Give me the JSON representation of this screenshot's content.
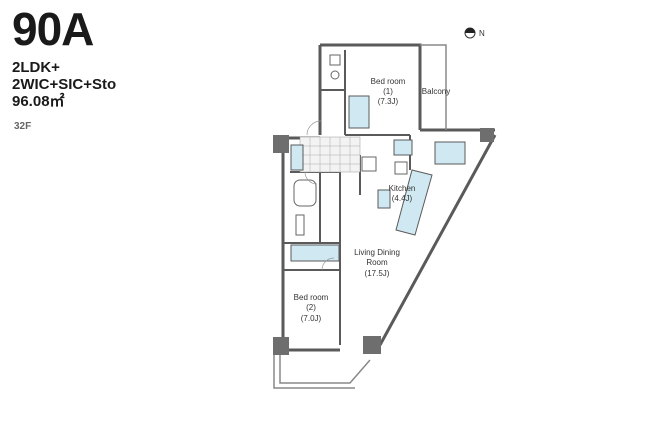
{
  "header": {
    "type_name": "90A",
    "layout_line1": "2LDK+",
    "layout_line2": "2WIC+SIC+Sto",
    "area": "96.08㎡",
    "floor": "32F"
  },
  "compass": {
    "label": "N"
  },
  "rooms": {
    "bedroom1": {
      "name": "Bed room",
      "num": "(1)",
      "size": "(7.3J)"
    },
    "balcony": {
      "name": "Balcony"
    },
    "kitchen": {
      "name": "Kitchen",
      "size": "(4.4J)"
    },
    "living": {
      "name1": "Living Dining",
      "name2": "Room",
      "size": "(17.5J)"
    },
    "bedroom2": {
      "name": "Bed room",
      "num": "(2)",
      "size": "(7.0J)"
    }
  },
  "colors": {
    "wall": "#5a5a5a",
    "column": "#6e6e6e",
    "water": "#cfe8f2",
    "line": "#888888"
  }
}
